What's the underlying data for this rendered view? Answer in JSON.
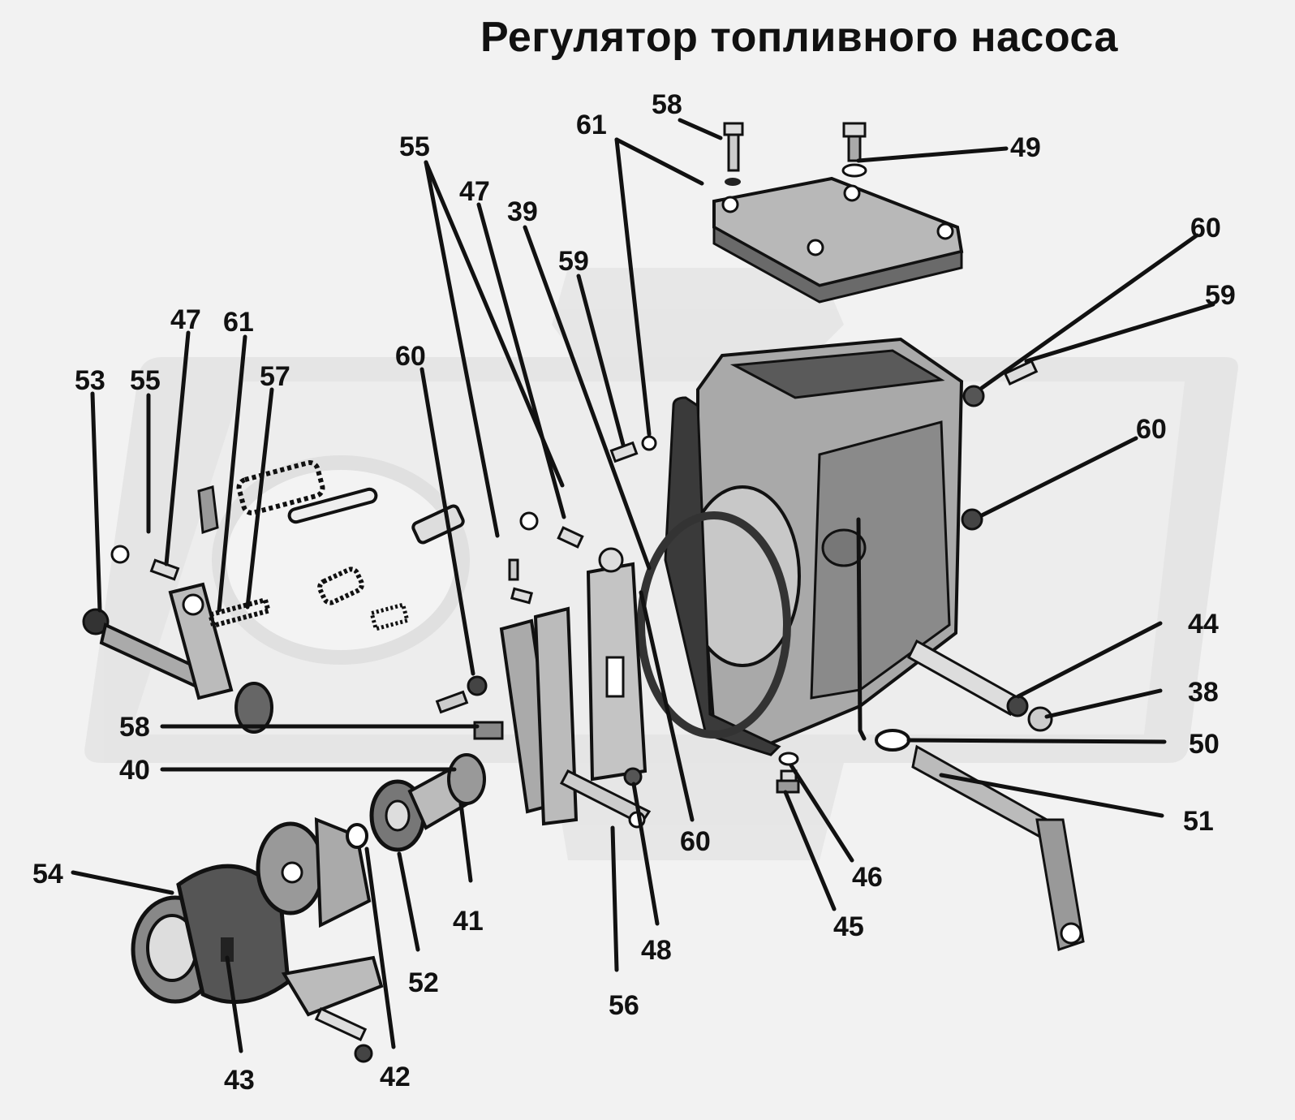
{
  "title": "Регулятор топливного насоса",
  "callouts": [
    {
      "id": "lbl-58a",
      "text": "58"
    },
    {
      "id": "lbl-61a",
      "text": "61"
    },
    {
      "id": "lbl-49",
      "text": "49"
    },
    {
      "id": "lbl-55a",
      "text": "55"
    },
    {
      "id": "lbl-47a",
      "text": "47"
    },
    {
      "id": "lbl-39",
      "text": "39"
    },
    {
      "id": "lbl-59a",
      "text": "59"
    },
    {
      "id": "lbl-60a",
      "text": "60"
    },
    {
      "id": "lbl-59b",
      "text": "59"
    },
    {
      "id": "lbl-47b",
      "text": "47"
    },
    {
      "id": "lbl-61b",
      "text": "61"
    },
    {
      "id": "lbl-53",
      "text": "53"
    },
    {
      "id": "lbl-55b",
      "text": "55"
    },
    {
      "id": "lbl-57",
      "text": "57"
    },
    {
      "id": "lbl-60b",
      "text": "60"
    },
    {
      "id": "lbl-60c",
      "text": "60"
    },
    {
      "id": "lbl-44",
      "text": "44"
    },
    {
      "id": "lbl-38",
      "text": "38"
    },
    {
      "id": "lbl-50",
      "text": "50"
    },
    {
      "id": "lbl-58b",
      "text": "58"
    },
    {
      "id": "lbl-40",
      "text": "40"
    },
    {
      "id": "lbl-60d",
      "text": "60"
    },
    {
      "id": "lbl-51",
      "text": "51"
    },
    {
      "id": "lbl-54",
      "text": "54"
    },
    {
      "id": "lbl-41",
      "text": "41"
    },
    {
      "id": "lbl-46",
      "text": "46"
    },
    {
      "id": "lbl-48",
      "text": "48"
    },
    {
      "id": "lbl-45",
      "text": "45"
    },
    {
      "id": "lbl-52",
      "text": "52"
    },
    {
      "id": "lbl-56",
      "text": "56"
    },
    {
      "id": "lbl-43",
      "text": "43"
    },
    {
      "id": "lbl-42",
      "text": "42"
    }
  ]
}
